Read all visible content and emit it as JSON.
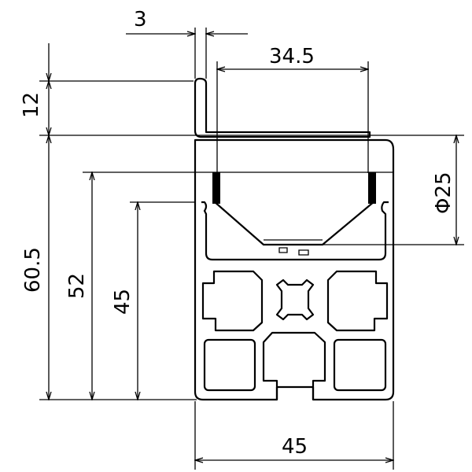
{
  "dimensions": {
    "clip_thickness": "3",
    "opening_width": "34.5",
    "clip_height": "12",
    "total_height": "60.5",
    "hopper_height": "52",
    "profile_height": "45",
    "diameter": "Φ25",
    "profile_width": "45"
  },
  "colors": {
    "line": "#000000",
    "background": "#ffffff"
  }
}
